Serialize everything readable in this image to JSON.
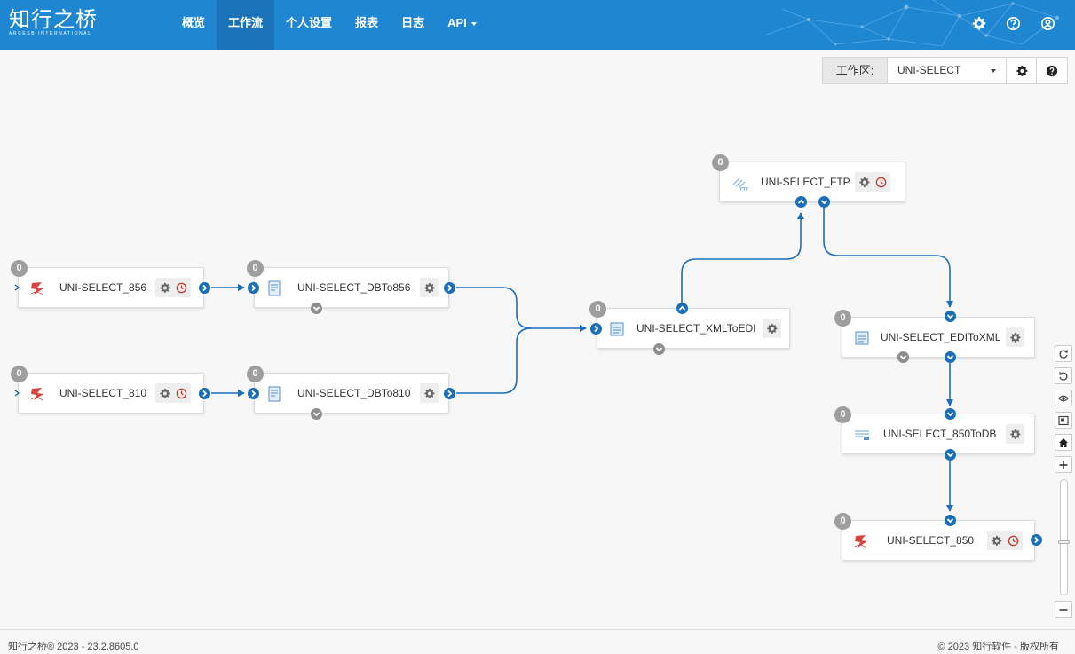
{
  "header": {
    "logo_text": "知行之桥",
    "logo_subtext": "ARCESB INTERNATIONAL",
    "nav": [
      {
        "label": "概览"
      },
      {
        "label": "工作流",
        "active": true
      },
      {
        "label": "个人设置"
      },
      {
        "label": "报表"
      },
      {
        "label": "日志"
      },
      {
        "label": "API",
        "dropdown": true
      }
    ],
    "icons": [
      "gear-icon",
      "help-icon",
      "user-icon"
    ]
  },
  "workspace": {
    "label": "工作区:",
    "selected": "UNI-SELECT"
  },
  "nodes": [
    {
      "id": "n856",
      "title": "UNI-SELECT_856",
      "count": "0",
      "icon": "connector-icon",
      "has_schedule": true
    },
    {
      "id": "n810",
      "title": "UNI-SELECT_810",
      "count": "0",
      "icon": "connector-icon",
      "has_schedule": true
    },
    {
      "id": "ndb856",
      "title": "UNI-SELECT_DBTo856",
      "count": "0",
      "icon": "db-doc-icon",
      "has_schedule": false
    },
    {
      "id": "ndb810",
      "title": "UNI-SELECT_DBTo810",
      "count": "0",
      "icon": "db-doc-icon",
      "has_schedule": false
    },
    {
      "id": "nxml",
      "title": "UNI-SELECT_XMLToEDI",
      "count": "0",
      "icon": "xml-edi-icon",
      "has_schedule": false
    },
    {
      "id": "nftp",
      "title": "UNI-SELECT_FTP",
      "count": "0",
      "icon": "ftp-icon",
      "has_schedule": true
    },
    {
      "id": "nedi",
      "title": "UNI-SELECT_EDIToXML",
      "count": "0",
      "icon": "edi-xml-icon",
      "has_schedule": false
    },
    {
      "id": "n850db",
      "title": "UNI-SELECT_850ToDB",
      "count": "0",
      "icon": "edi-db-icon",
      "has_schedule": false
    },
    {
      "id": "n850",
      "title": "UNI-SELECT_850",
      "count": "0",
      "icon": "connector-icon",
      "has_schedule": true
    }
  ],
  "colors": {
    "header": "#1f86d1",
    "header_active": "#1a73b8",
    "wire": "#1a6fb8",
    "port": "#1a6fb8",
    "badge": "#9e9e9e",
    "schedule": "#c0392b"
  },
  "toolbar": [
    "refresh-icon",
    "undo-icon",
    "eye-icon",
    "minimap-icon",
    "home-icon",
    "zoom-in-icon",
    "zoom-slider",
    "zoom-out-icon"
  ],
  "zoom_level": 0.5,
  "footer": {
    "left": "知行之桥® 2023 - 23.2.8605.0",
    "right": "© 2023 知行软件 - 版权所有"
  }
}
